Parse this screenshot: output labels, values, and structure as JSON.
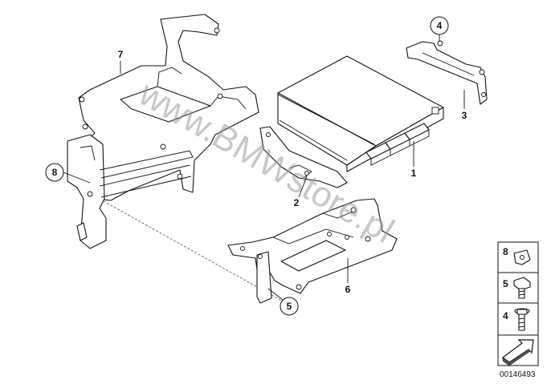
{
  "callouts": {
    "c1": "1",
    "c2": "2",
    "c3": "3",
    "c4": "4",
    "c5": "5",
    "c6": "6",
    "c7": "7",
    "c8": "8"
  },
  "legend": {
    "row8": "8",
    "row5": "5",
    "row4": "4"
  },
  "watermark": "www.BMWstore.pl",
  "diagram_number": "00146493"
}
